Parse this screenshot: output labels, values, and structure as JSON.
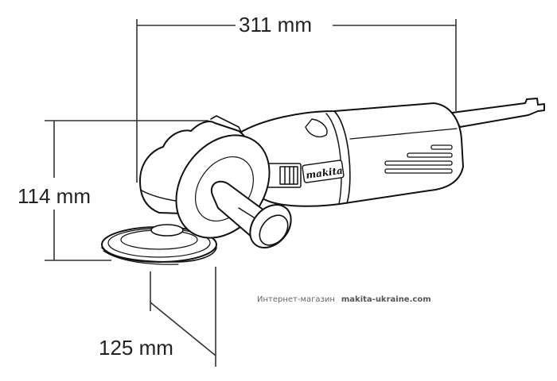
{
  "diagram": {
    "subject": "Makita angle grinder dimension drawing",
    "brand_label": "makita",
    "dimensions": {
      "length": "311 mm",
      "height": "114 mm",
      "disc_diameter": "125 mm"
    },
    "watermark": {
      "prefix": "Интернет-магазин",
      "site": "makita-ukraine.com"
    },
    "colors": {
      "line": "#222222",
      "background": "#ffffff",
      "watermark": "#666666"
    }
  }
}
